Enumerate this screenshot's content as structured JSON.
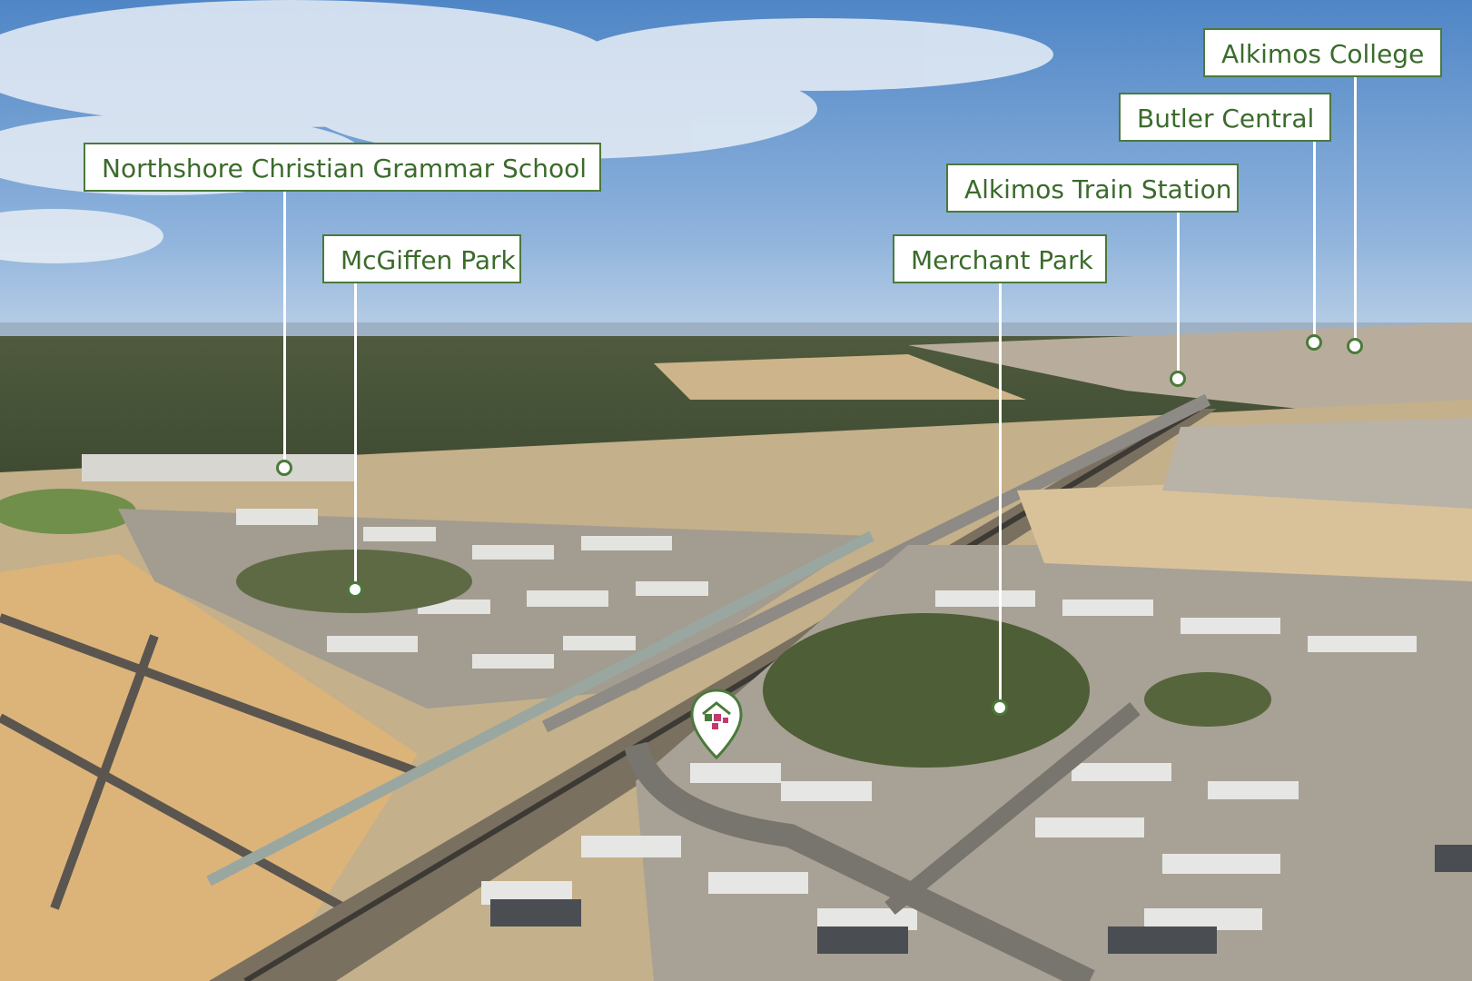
{
  "image": {
    "description_colors": {
      "sky": "#5f8fc8",
      "label_border": "#4a7a3a",
      "label_text": "#3b6b2b"
    }
  },
  "labels": {
    "northshore": "Northshore Christian Grammar School",
    "mcgiffen": "McGiffen Park",
    "merchant": "Merchant Park",
    "alkimos_train": "Alkimos Train Station",
    "butler": "Butler Central",
    "alkimos_college": "Alkimos College"
  },
  "property_marker": {
    "icon": "house-location-pin-icon"
  }
}
